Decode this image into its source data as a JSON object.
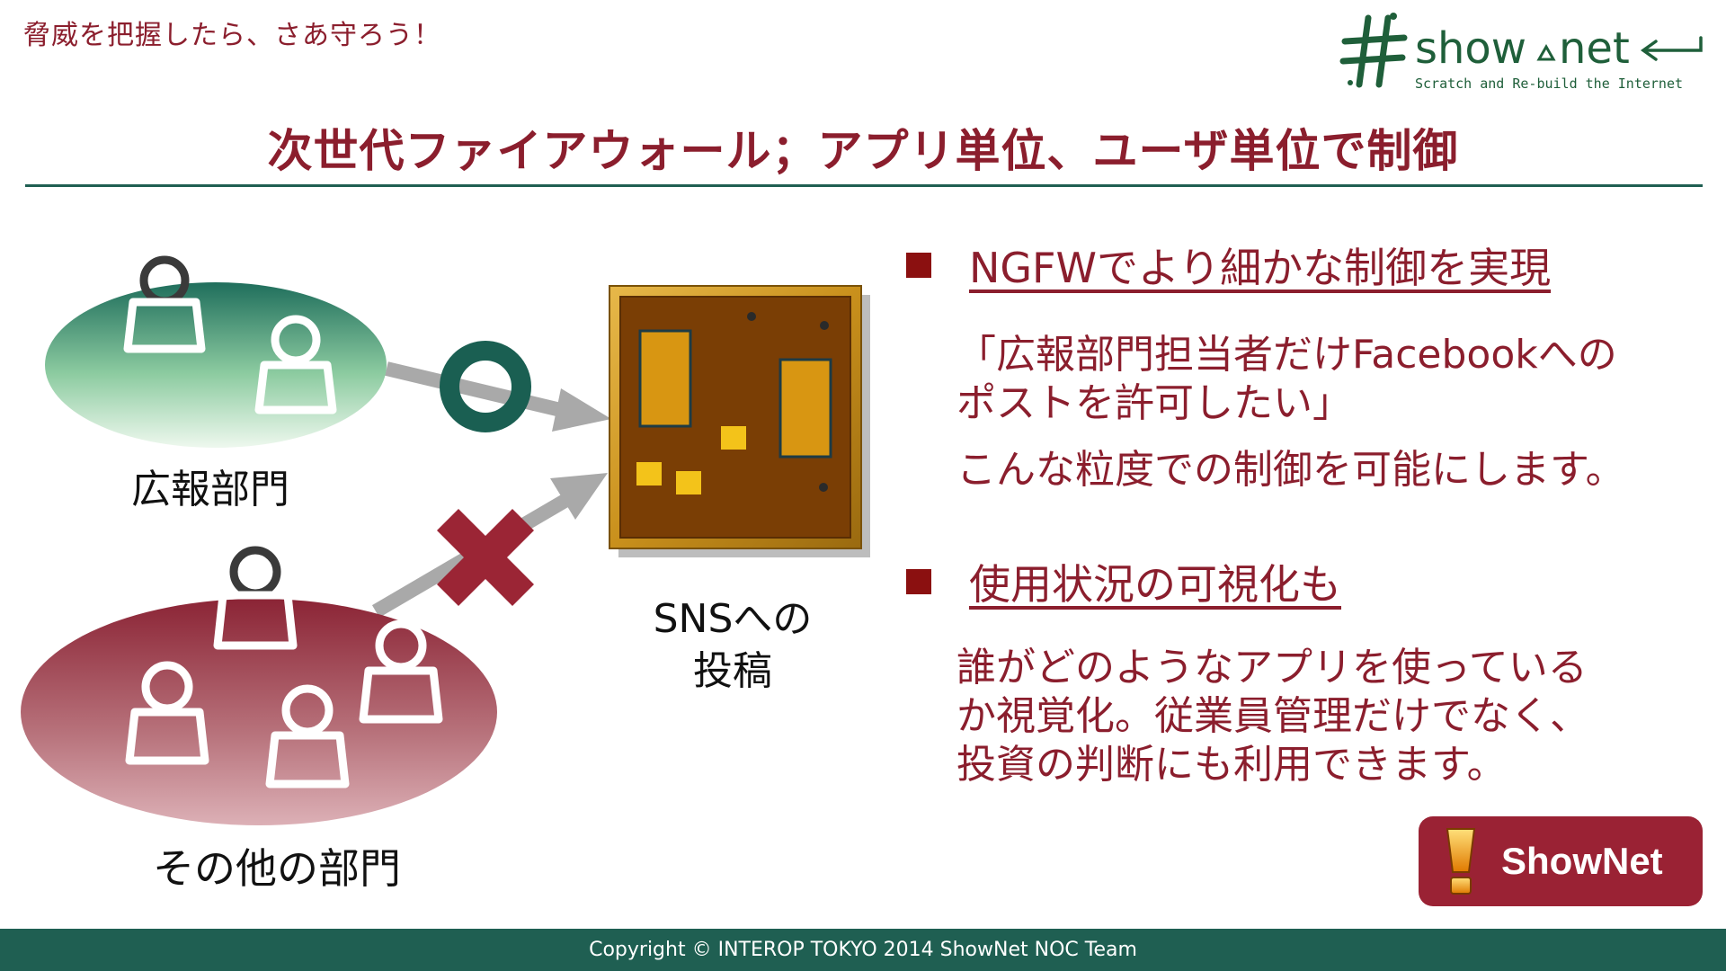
{
  "header": {
    "tagline": "脅威を把握したら、さあ守ろう！",
    "logo": {
      "brand_name": "show",
      "brand_suffix": "net",
      "tagline": "Scratch and Re-build the Internet",
      "icon": "hash-icon"
    }
  },
  "slide": {
    "title": "次世代ファイアウォール；アプリ単位、ユーザ単位で制御"
  },
  "diagram": {
    "pr_dept_label": "広報部門",
    "other_dept_label": "その他の部門",
    "sns_label_line1": "SNSへの",
    "sns_label_line2": "投稿",
    "allow_icon": "circle-allow-icon",
    "deny_icon": "cross-deny-icon",
    "board_icon": "bulletin-board-icon",
    "colors": {
      "pr_ellipse_top": "#1f6e5c",
      "pr_ellipse_bottom": "#e6f5e6",
      "other_ellipse_top": "#8b2435",
      "other_ellipse_bottom": "#d8a7ae",
      "allow": "#1a5f52",
      "deny": "#9b2535",
      "arrow": "#a9a9a9"
    }
  },
  "bullets": [
    {
      "heading": "NGFWでより細かな制御を実現",
      "paragraphs": [
        [
          "「広報部門担当者だけFacebookへの",
          "ポストを許可したい」"
        ],
        [
          "こんな粒度での制御を可能にします。"
        ]
      ]
    },
    {
      "heading": "使用状況の可視化も",
      "paragraphs": [
        [
          "誰がどのようなアプリを使っている",
          "か視覚化。従業員管理だけでなく、",
          "投資の判断にも利用できます。"
        ]
      ]
    }
  ],
  "badge": {
    "label": "ShowNet",
    "icon": "exclamation-icon"
  },
  "footer": {
    "copyright": "Copyright © INTEROP TOKYO 2014 ShowNet NOC Team"
  },
  "theme": {
    "accent": "#8b1e2d",
    "green": "#1f5f52"
  }
}
